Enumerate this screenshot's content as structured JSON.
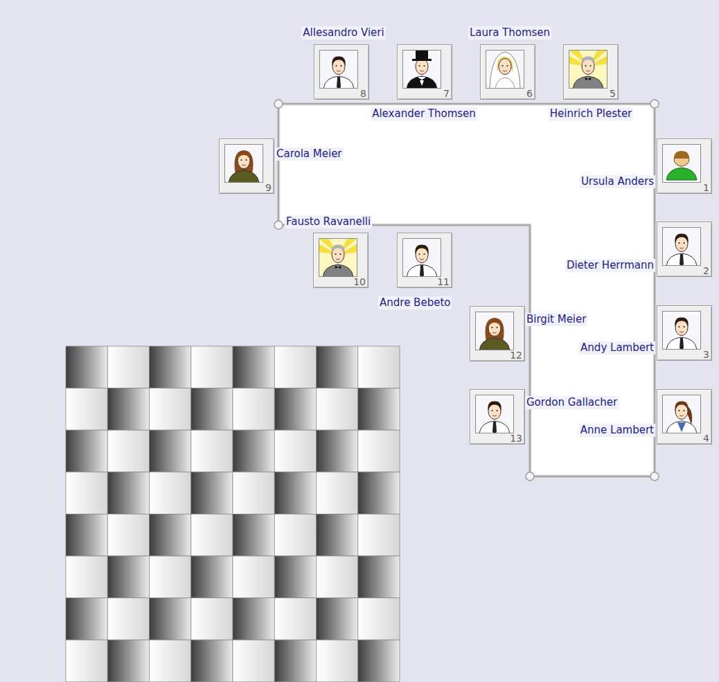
{
  "diagram": {
    "nodes": [
      {
        "text": [
          "Allesandro Vieri",
          "8"
        ]
      },
      {
        "text": [
          "Alexander Thomsen",
          "7"
        ]
      },
      {
        "text": [
          "Laura Thomsen",
          "6"
        ]
      },
      {
        "text": [
          "Heinrich Plester",
          "5"
        ]
      },
      {
        "text": [
          "Carola Meier",
          "9"
        ]
      },
      {
        "text": [
          "Ursula Anders",
          "1"
        ]
      },
      {
        "text": [
          "Fausto Ravanelli",
          "10"
        ]
      },
      {
        "text": [
          "Andre Bebeto",
          "11"
        ]
      },
      {
        "text": [
          "Dieter Herrmann",
          "2"
        ]
      },
      {
        "text": [
          "Birgit Meier",
          "12"
        ]
      },
      {
        "text": [
          "Andy Lambert",
          "3"
        ]
      },
      {
        "text": [
          "Gordon Gallacher",
          "13"
        ]
      },
      {
        "text": [
          "Anne Lambert",
          "4"
        ]
      }
    ]
  }
}
